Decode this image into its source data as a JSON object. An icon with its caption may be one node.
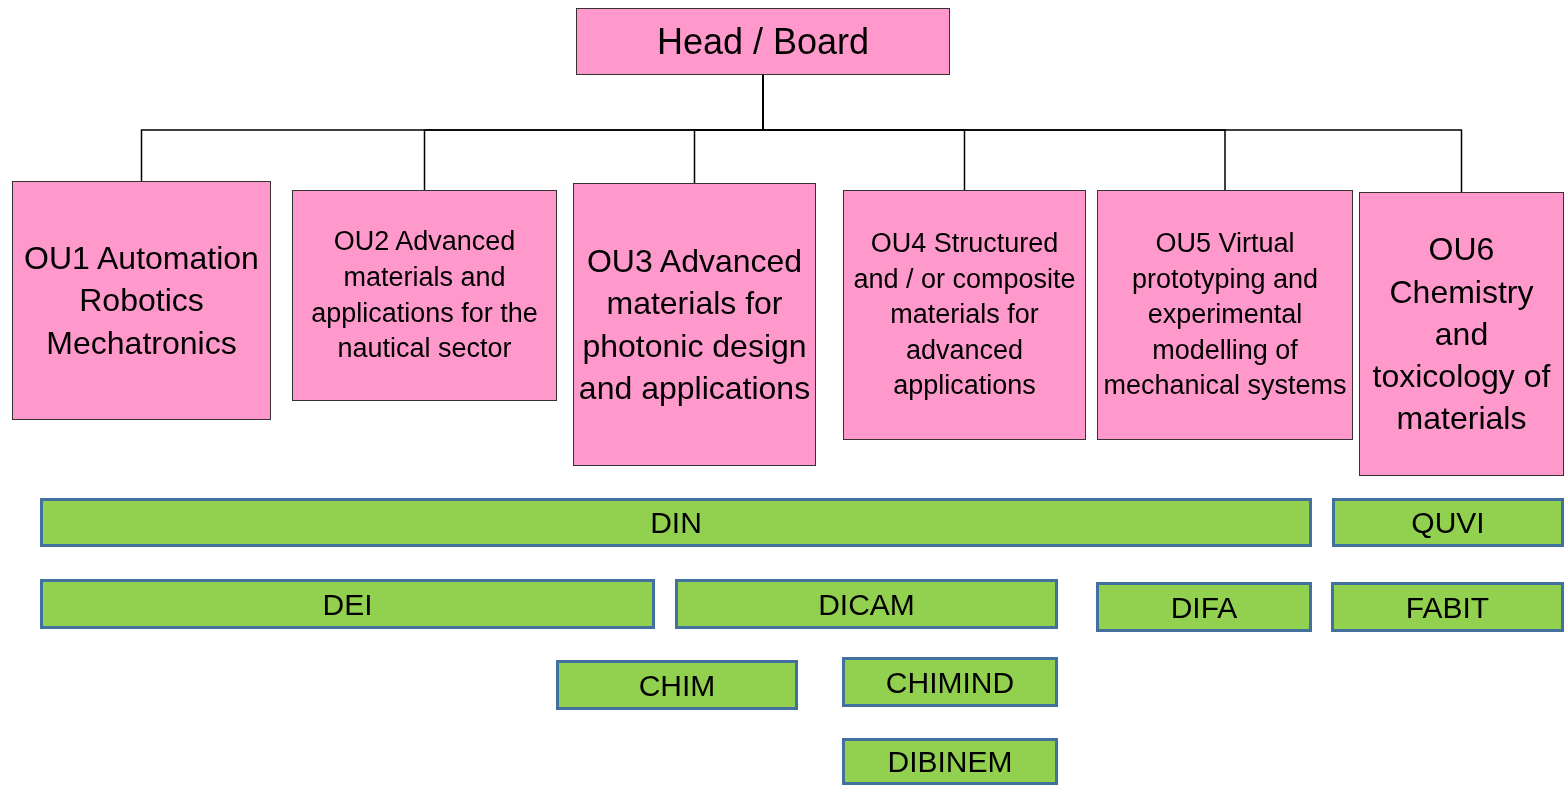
{
  "diagram": {
    "nodes": [
      {
        "text": [
          "Head / Board"
        ]
      },
      {
        "text": [
          "OU1 Automation Robotics Mechatronics"
        ]
      },
      {
        "text": [
          "OU2 Advanced materials and applications for the nautical sector"
        ]
      },
      {
        "text": [
          "OU3 Advanced materials for photonic design and applications"
        ]
      },
      {
        "text": [
          "OU4 Structured and / or composite materials for advanced applications"
        ]
      },
      {
        "text": [
          "OU5 Virtual prototyping and experimental modelling of mechanical systems"
        ]
      },
      {
        "text": [
          "OU6 Chemistry and toxicology of materials"
        ]
      },
      {
        "text": [
          "DIN"
        ]
      },
      {
        "text": [
          "QUVI"
        ]
      },
      {
        "text": [
          "DEI"
        ]
      },
      {
        "text": [
          "DICAM"
        ]
      },
      {
        "text": [
          "DIFA"
        ]
      },
      {
        "text": [
          "FABIT"
        ]
      },
      {
        "text": [
          "CHIM"
        ]
      },
      {
        "text": [
          "CHIMIND"
        ]
      },
      {
        "text": [
          "DIBINEM"
        ]
      }
    ],
    "edges": [
      {
        "from": 0,
        "to": 1,
        "arrow": "none"
      },
      {
        "from": 0,
        "to": 2,
        "arrow": "none"
      },
      {
        "from": 0,
        "to": 3,
        "arrow": "none"
      },
      {
        "from": 0,
        "to": 4,
        "arrow": "none"
      },
      {
        "from": 0,
        "to": 5,
        "arrow": "none"
      },
      {
        "from": 0,
        "to": 6,
        "arrow": "none"
      }
    ]
  }
}
